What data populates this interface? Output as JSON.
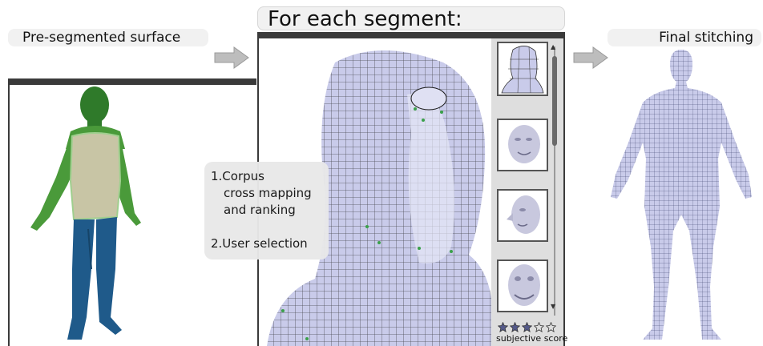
{
  "labels": {
    "left": "Pre-segmented surface",
    "center": "For each segment:",
    "right": "Final stitching"
  },
  "steps": {
    "line1": "1.Corpus",
    "line2": "cross mapping",
    "line3": "and ranking",
    "line4": "2.User selection"
  },
  "score": {
    "label": "subjective score",
    "rating": 3,
    "max": 5
  },
  "colors": {
    "arrow": "#b9b9b9",
    "label_bg": "#f1f1f1",
    "mesh": "#c9cbea",
    "segment_torso": "#c8c5a5",
    "segment_limbs": "#4a9a3a",
    "segment_legs": "#1f5a8a",
    "titlebar": "#3a3a3a"
  }
}
